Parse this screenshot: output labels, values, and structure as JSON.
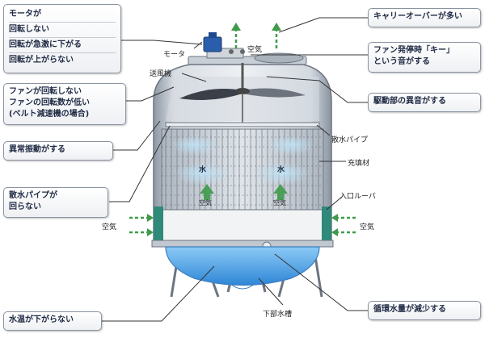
{
  "callouts": {
    "motor_group": [
      "モータが",
      "回転しない",
      "回転が急激に下がる",
      "回転が上がらない"
    ],
    "fan": [
      "ファンが回転しない",
      "ファンの回転数が低い",
      "(ベルト減速機の場合)"
    ],
    "vibration": "異常振動がする",
    "pipe": [
      "散水パイプが",
      "回らない"
    ],
    "water_temp": "水温が下がらない",
    "carryover": "キャリーオーバーが多い",
    "fan_stop_noise": [
      "ファン発停時「キー」",
      "という音がする"
    ],
    "drive_noise": "駆動部の異音がする",
    "circulation": "循環水量が減少する"
  },
  "labels": {
    "motor": "モータ",
    "air_top": "空気",
    "blower": "送風機",
    "spray_pipe": "散水パイプ",
    "fill": "充填材",
    "inlet_louver": "入口ルーバ",
    "air_left": "空気",
    "air_right": "空気",
    "water_left": "水",
    "water_right": "水",
    "air_inner_left": "空気",
    "air_inner_right": "空気",
    "basin": "下部水槽"
  },
  "colors": {
    "shell": "#bcc3cc",
    "water": "#4da6ec",
    "arrow": "#3f9a4a",
    "louver": "#2f8a7a",
    "text": "#1f2a44"
  }
}
